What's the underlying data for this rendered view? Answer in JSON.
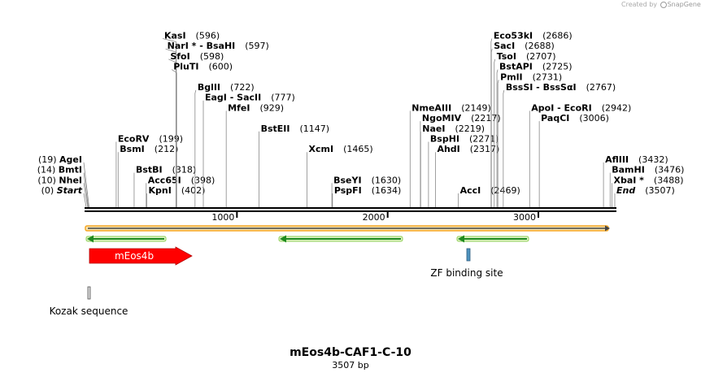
{
  "credit": {
    "text": "Created by",
    "brand": "SnapGene"
  },
  "plasmid": {
    "name": "mEos4b-CAF1-C-10",
    "length": "3507 bp",
    "bp": 3507
  },
  "ruler": {
    "ticks": [
      {
        "pos": 1000,
        "label": "1000"
      },
      {
        "pos": 2000,
        "label": "2000"
      },
      {
        "pos": 3000,
        "label": "3000"
      }
    ]
  },
  "sites": [
    {
      "parts": [
        {
          "t": "Start",
          "i": true
        }
      ],
      "pos": "(0)",
      "bp": 0,
      "side": "left",
      "row": 0
    },
    {
      "parts": [
        {
          "t": "NheI"
        }
      ],
      "pos": "(10)",
      "bp": 10,
      "side": "left",
      "row": 1
    },
    {
      "parts": [
        {
          "t": "BmtI"
        }
      ],
      "pos": "(14)",
      "bp": 14,
      "side": "left",
      "row": 2
    },
    {
      "parts": [
        {
          "t": "AgeI"
        }
      ],
      "pos": "(19)",
      "bp": 19,
      "side": "left",
      "row": 3
    },
    {
      "parts": [
        {
          "t": "EcoRV"
        }
      ],
      "pos": "(199)",
      "bp": 199,
      "side": "right",
      "row": 5
    },
    {
      "parts": [
        {
          "t": "BsmI"
        }
      ],
      "pos": "(212)",
      "bp": 212,
      "side": "right",
      "row": 4
    },
    {
      "parts": [
        {
          "t": "BstBI"
        }
      ],
      "pos": "(318)",
      "bp": 318,
      "side": "right",
      "row": 2
    },
    {
      "parts": [
        {
          "t": "Acc65I"
        }
      ],
      "pos": "(398)",
      "bp": 398,
      "side": "right",
      "row": 1
    },
    {
      "parts": [
        {
          "t": "KpnI"
        }
      ],
      "pos": "(402)",
      "bp": 402,
      "side": "right",
      "row": 0
    },
    {
      "parts": [
        {
          "t": "KasI"
        }
      ],
      "pos": "(596)",
      "bp": 596,
      "side": "right",
      "row": 15
    },
    {
      "parts": [
        {
          "t": "NarI *"
        },
        {
          "t": " - "
        },
        {
          "t": "BsaHI"
        }
      ],
      "pos": "(597)",
      "bp": 597,
      "side": "right",
      "row": 14
    },
    {
      "parts": [
        {
          "t": "SfoI"
        }
      ],
      "pos": "(598)",
      "bp": 598,
      "side": "right",
      "row": 13
    },
    {
      "parts": [
        {
          "t": "PluTI"
        }
      ],
      "pos": "(600)",
      "bp": 600,
      "side": "right",
      "row": 12
    },
    {
      "parts": [
        {
          "t": "BglII"
        }
      ],
      "pos": "(722)",
      "bp": 722,
      "side": "right",
      "row": 10
    },
    {
      "parts": [
        {
          "t": "EagI"
        },
        {
          "t": " - "
        },
        {
          "t": "SacII"
        }
      ],
      "pos": "(777)",
      "bp": 777,
      "side": "right",
      "row": 9
    },
    {
      "parts": [
        {
          "t": "MfeI"
        }
      ],
      "pos": "(929)",
      "bp": 929,
      "side": "right",
      "row": 8
    },
    {
      "parts": [
        {
          "t": "BstEII"
        }
      ],
      "pos": "(1147)",
      "bp": 1147,
      "side": "right",
      "row": 6
    },
    {
      "parts": [
        {
          "t": "XcmI"
        }
      ],
      "pos": "(1465)",
      "bp": 1465,
      "side": "right",
      "row": 4
    },
    {
      "parts": [
        {
          "t": "BseYI"
        }
      ],
      "pos": "(1630)",
      "bp": 1630,
      "side": "right",
      "row": 1
    },
    {
      "parts": [
        {
          "t": "PspFI"
        }
      ],
      "pos": "(1634)",
      "bp": 1634,
      "side": "right",
      "row": 0
    },
    {
      "parts": [
        {
          "t": "NmeAIII"
        }
      ],
      "pos": "(2149)",
      "bp": 2149,
      "side": "right",
      "row": 8
    },
    {
      "parts": [
        {
          "t": "NgoMIV"
        }
      ],
      "pos": "(2217)",
      "bp": 2217,
      "side": "right",
      "row": 7
    },
    {
      "parts": [
        {
          "t": "NaeI"
        }
      ],
      "pos": "(2219)",
      "bp": 2219,
      "side": "right",
      "row": 6
    },
    {
      "parts": [
        {
          "t": "BspHI"
        }
      ],
      "pos": "(2271)",
      "bp": 2271,
      "side": "right",
      "row": 5
    },
    {
      "parts": [
        {
          "t": "AhdI"
        }
      ],
      "pos": "(2317)",
      "bp": 2317,
      "side": "right",
      "row": 4
    },
    {
      "parts": [
        {
          "t": "AccI"
        }
      ],
      "pos": "(2469)",
      "bp": 2469,
      "side": "right",
      "row": 0
    },
    {
      "parts": [
        {
          "t": "Eco53kI"
        }
      ],
      "pos": "(2686)",
      "bp": 2686,
      "side": "right",
      "row": 15
    },
    {
      "parts": [
        {
          "t": "SacI"
        }
      ],
      "pos": "(2688)",
      "bp": 2688,
      "side": "right",
      "row": 14
    },
    {
      "parts": [
        {
          "t": "TsoI"
        }
      ],
      "pos": "(2707)",
      "bp": 2707,
      "side": "right",
      "row": 13
    },
    {
      "parts": [
        {
          "t": "BstAPI"
        }
      ],
      "pos": "(2725)",
      "bp": 2725,
      "side": "right",
      "row": 12
    },
    {
      "parts": [
        {
          "t": "PmlI"
        }
      ],
      "pos": "(2731)",
      "bp": 2731,
      "side": "right",
      "row": 11
    },
    {
      "parts": [
        {
          "t": "BssSI"
        },
        {
          "t": " - "
        },
        {
          "t": "BssSαI"
        }
      ],
      "pos": "(2767)",
      "bp": 2767,
      "side": "right",
      "row": 10
    },
    {
      "parts": [
        {
          "t": "ApoI"
        },
        {
          "t": " - "
        },
        {
          "t": "EcoRI"
        }
      ],
      "pos": "(2942)",
      "bp": 2942,
      "side": "right",
      "row": 8
    },
    {
      "parts": [
        {
          "t": "PaqCI"
        }
      ],
      "pos": "(3006)",
      "bp": 3006,
      "side": "right",
      "row": 7
    },
    {
      "parts": [
        {
          "t": "AflIII"
        }
      ],
      "pos": "(3432)",
      "bp": 3432,
      "side": "right",
      "row": 3
    },
    {
      "parts": [
        {
          "t": "BamHI"
        }
      ],
      "pos": "(3476)",
      "bp": 3476,
      "side": "right",
      "row": 2
    },
    {
      "parts": [
        {
          "t": "XbaI *"
        }
      ],
      "pos": "(3488)",
      "bp": 3488,
      "side": "right",
      "row": 1
    },
    {
      "parts": [
        {
          "t": "End",
          "i": true
        }
      ],
      "pos": "(3507)",
      "bp": 3507,
      "side": "right",
      "row": 0
    }
  ],
  "features": {
    "mEos4b": {
      "label": "mEos4b",
      "color": "#ff0000"
    },
    "zf": {
      "label": "ZF binding site",
      "color": "#4f93bf"
    },
    "kozak": {
      "label": "Kozak sequence",
      "color": "#c8c8c8"
    },
    "backbone_color": "#f5a623",
    "orf_color": "#32a832"
  }
}
